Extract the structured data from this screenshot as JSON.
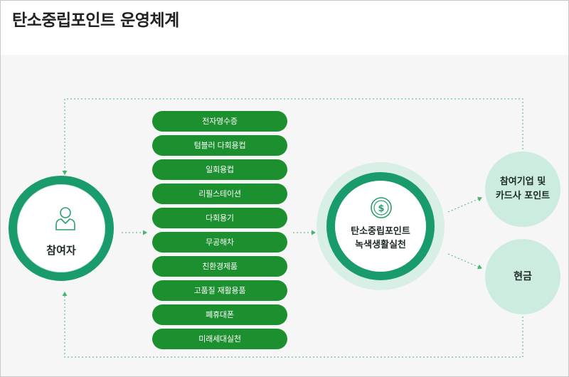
{
  "page": {
    "title": "탄소중립포인트 운영체계"
  },
  "participant": {
    "label": "참여자"
  },
  "activities": [
    "전자영수증",
    "텀블러 다회용컵",
    "일회용컵",
    "리필스테이션",
    "다회용기",
    "무공해차",
    "친환경제품",
    "고품질 재활용품",
    "폐휴대폰",
    "미래세대실천"
  ],
  "center": {
    "line1": "탄소중립포인트",
    "line2": "녹색생활실천"
  },
  "rewards": {
    "partner_line1": "참여기업 및",
    "partner_line2": "카드사 포인트",
    "cash": "현금"
  },
  "colors": {
    "accent": "#1a9b6c",
    "pill": "#1c8f2f",
    "reward_fill": "#cdece0",
    "connector": "#46b46e"
  },
  "icons": [
    "person-icon",
    "coin-icon",
    "arrowhead-icon"
  ]
}
